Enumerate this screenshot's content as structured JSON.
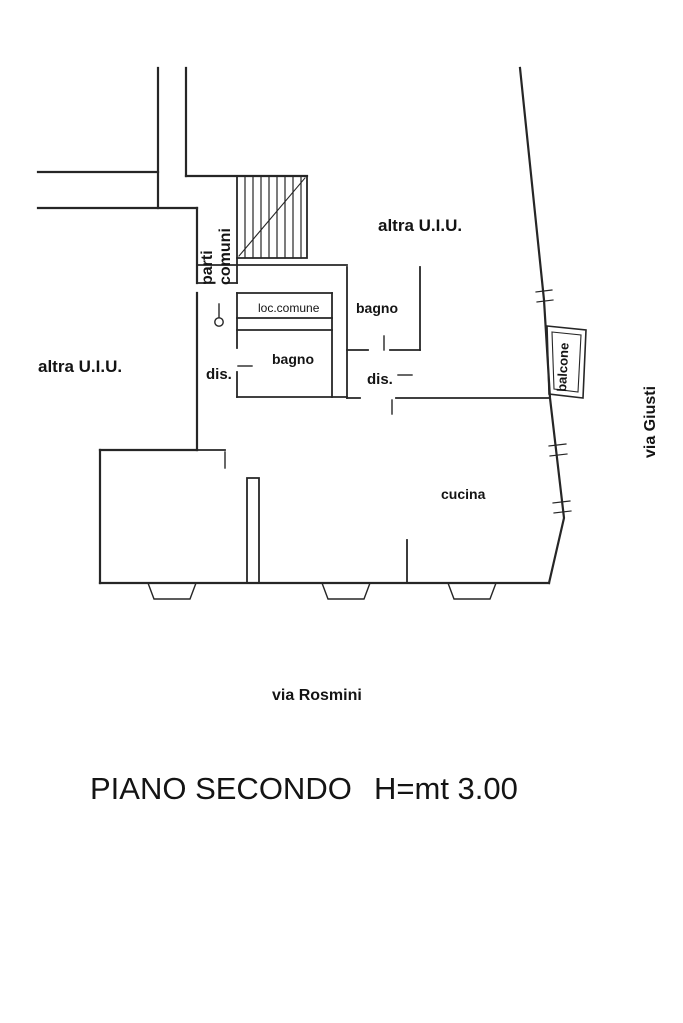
{
  "plan": {
    "labels": {
      "altra_uiu_top": "altra U.I.U.",
      "altra_uiu_left": "altra U.I.U.",
      "parti_comuni_line1": "parti",
      "parti_comuni_line2": "comuni",
      "loc_comune": "loc.comune",
      "bagno_upper": "bagno",
      "bagno_lower": "bagno",
      "dis_left": "dis.",
      "dis_right": "dis.",
      "cucina": "cucina",
      "balcone": "balcone"
    },
    "streets": {
      "right": "via Giusti",
      "bottom": "via Rosmini"
    },
    "caption": {
      "floor": "PIANO SECONDO",
      "height": "H=mt 3.00"
    },
    "colors": {
      "ink": "#262626",
      "paper": "#ffffff"
    }
  }
}
